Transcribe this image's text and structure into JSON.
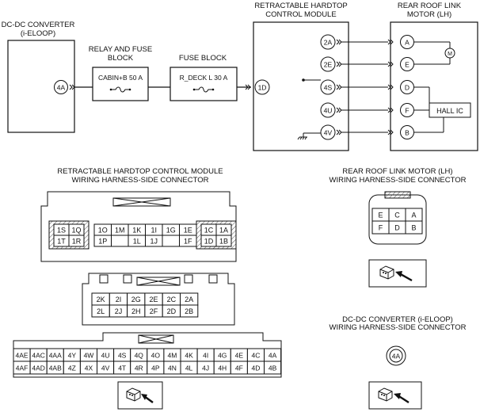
{
  "schematic": {
    "dcdc_title": [
      "DC-DC CONVERTER",
      "(i-ELOOP)"
    ],
    "relay_block_title": [
      "RELAY AND FUSE",
      "BLOCK"
    ],
    "fuse_block_title": "FUSE BLOCK",
    "module_title": [
      "RETRACTABLE HARDTOP",
      "CONTROL MODULE"
    ],
    "motor_title": [
      "REAR ROOF LINK",
      "MOTOR (LH)"
    ],
    "dcdc_terminal": "4A",
    "cabin_fuse": "CABIN+B 50 A",
    "rdeck_fuse": "R_DECK L 30 A",
    "module_input_terminal": "1D",
    "module_terminals": [
      "2A",
      "2E",
      "4S",
      "4U",
      "4V"
    ],
    "motor_terminals": [
      "A",
      "E",
      "D",
      "F",
      "B"
    ],
    "motor_symbol": "M",
    "hall_ic": "HALL IC"
  },
  "module_connector": {
    "title": [
      "RETRACTABLE HARDTOP CONTROL MODULE",
      "WIRING HARNESS-SIDE CONNECTOR"
    ],
    "conn1_left": [
      [
        "1S",
        "1Q"
      ],
      [
        "1T",
        "1R"
      ]
    ],
    "conn1_mid": [
      [
        "1O",
        "1M",
        "1K",
        "1I",
        "1G",
        "1E"
      ],
      [
        "1P",
        "",
        "1L",
        "1J",
        "",
        "1F"
      ]
    ],
    "conn1_right": [
      [
        "1C",
        "1A"
      ],
      [
        "1D",
        "1B"
      ]
    ],
    "conn2": [
      [
        "2K",
        "2I",
        "2G",
        "2E",
        "2C",
        "2A"
      ],
      [
        "2L",
        "2J",
        "2H",
        "2F",
        "2D",
        "2B"
      ]
    ],
    "conn4": [
      [
        "4AE",
        "4AC",
        "4AA",
        "4Y",
        "4W",
        "4U",
        "4S",
        "4Q",
        "4O",
        "4M",
        "4K",
        "4I",
        "4G",
        "4E",
        "4C",
        "4A"
      ],
      [
        "4AF",
        "4AD",
        "4AB",
        "4Z",
        "4X",
        "4V",
        "4T",
        "4R",
        "4P",
        "4N",
        "4L",
        "4J",
        "4H",
        "4F",
        "4D",
        "4B"
      ]
    ]
  },
  "motor_connector": {
    "title": [
      "REAR ROOF LINK MOTOR (LH)",
      "WIRING HARNESS-SIDE CONNECTOR"
    ],
    "pins": [
      [
        "E",
        "C",
        "A"
      ],
      [
        "F",
        "D",
        "B"
      ]
    ]
  },
  "dcdc_connector": {
    "title": [
      "DC-DC CONVERTER (i-ELOOP)",
      "WIRING HARNESS-SIDE CONNECTOR"
    ],
    "pin": "4A"
  }
}
